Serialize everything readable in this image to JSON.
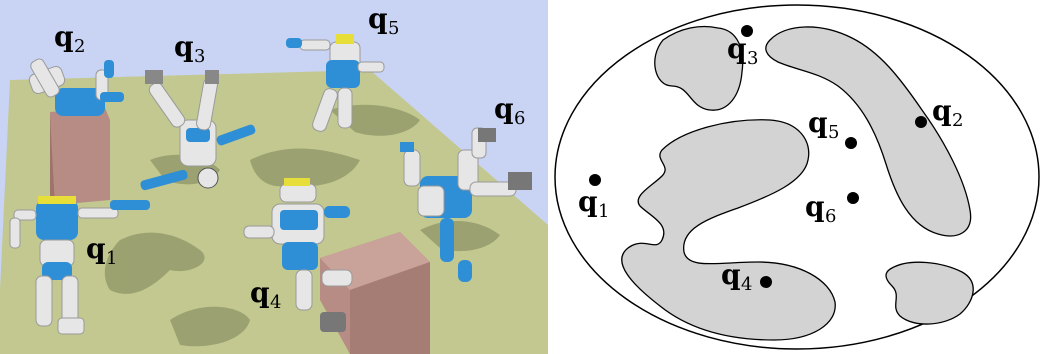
{
  "colors": {
    "sky": "#c9d3f4",
    "floor": "#c2c88f",
    "box": "#b78c84",
    "robot_white": "#e6e6e6",
    "robot_blue": "#2f8fd6",
    "robot_yellow": "#e8de3a",
    "obstacle": "#d3d3d3",
    "outline": "#000000"
  },
  "left_scene": {
    "labels": [
      {
        "base": "q",
        "sub": "1"
      },
      {
        "base": "q",
        "sub": "2"
      },
      {
        "base": "q",
        "sub": "3"
      },
      {
        "base": "q",
        "sub": "4"
      },
      {
        "base": "q",
        "sub": "5"
      },
      {
        "base": "q",
        "sub": "6"
      }
    ]
  },
  "config_space": {
    "points": [
      {
        "base": "q",
        "sub": "1"
      },
      {
        "base": "q",
        "sub": "2"
      },
      {
        "base": "q",
        "sub": "3"
      },
      {
        "base": "q",
        "sub": "4"
      },
      {
        "base": "q",
        "sub": "5"
      },
      {
        "base": "q",
        "sub": "6"
      }
    ]
  }
}
